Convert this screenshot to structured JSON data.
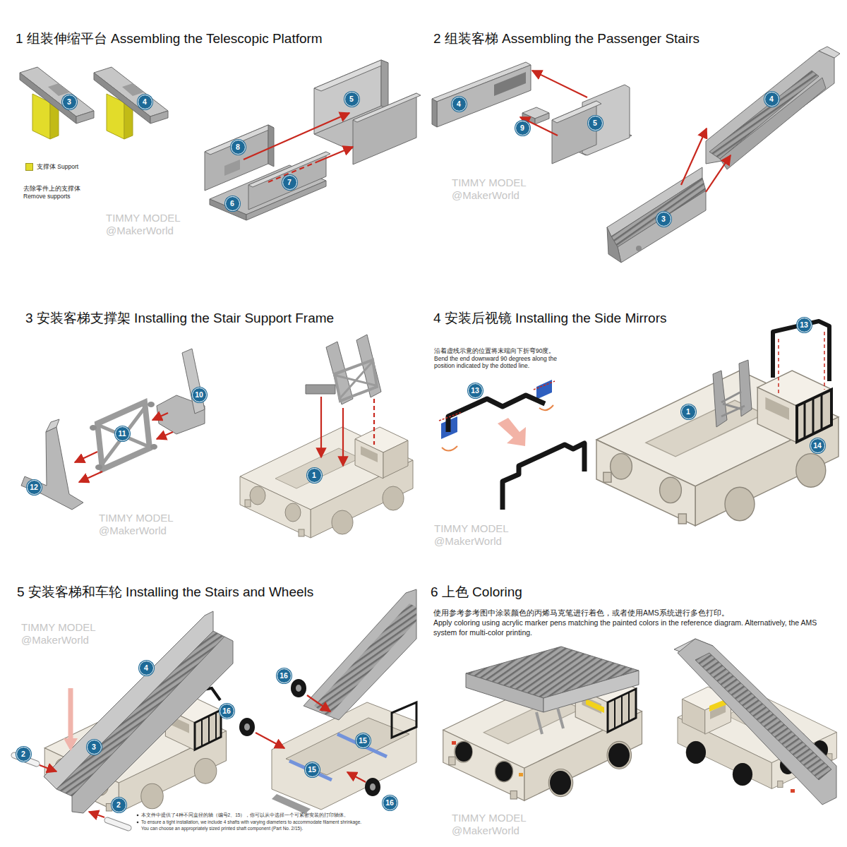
{
  "diagram": {
    "labels": [
      "1 组装伸缩平台 Assembling the Telescopic Platform",
      "3",
      "4",
      "去除零件上的支撑体 Remove supports",
      "5",
      "8",
      "7",
      "6",
      "TIMMY MODEL @MakerWorld",
      "2 组装客梯 Assembling the Passenger Stairs",
      "4",
      "9",
      "5",
      "4",
      "3",
      "TIMMY MODEL @MakerWorld",
      "3 安装客梯支撑架 Installing the Stair Support Frame",
      "10",
      "11",
      "12",
      "1",
      "TIMMY MODEL @MakerWorld",
      "4 安装后视镜 Installing the Side Mirrors",
      "沿着虚线示意的位置将末端向下折弯90度。 Bend the end downward 90 degrees along the position indicated by the dotted line.",
      "13",
      "13",
      "1",
      "14",
      "TIMMY MODEL @MakerWorld",
      "5 安装客梯和车轮 Installing the Stairs and Wheels",
      "4",
      "3",
      "2",
      "2",
      "16",
      "16",
      "15",
      "15",
      "16",
      "TIMMY MODEL @MakerWorld",
      "本文件中提供了4种不同直径的轴（编号2、15），你可以从中选择一个可紧密安装的打印轴体。",
      "To ensure a tight installation, we include 4 shafts with varying diameters to accommodate filament shrinkage. You can choose an appropriately sized printed shaft component (Part No. 2/15).",
      "6 上色 Coloring",
      "使用参考参考图中涂装颜色的丙烯马克笔进行着色，或者使用AMS系统进行多色打印。",
      "Apply coloring using acrylic marker pens matching the painted colors in the reference diagram. Alternatively, the AMS system for multi-color printing.",
      "TIMMY MODEL @MakerWorld"
    ],
    "legend": [
      {
        "text": "支撑体 Support",
        "color": "#e2dc2a"
      }
    ]
  }
}
